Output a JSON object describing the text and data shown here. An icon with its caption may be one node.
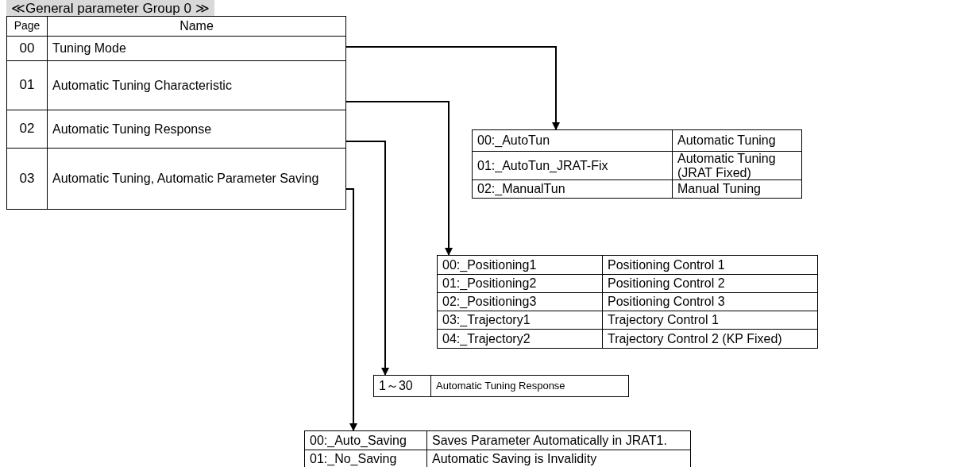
{
  "diagram": {
    "title": "≪General parameter Group 0 ≫",
    "nodes": [
      {
        "text": [
          "Page",
          "Name"
        ]
      },
      {
        "text": [
          "00",
          "Tuning Mode"
        ],
        "in": 0
      },
      {
        "text": [
          "01",
          "Automatic Tuning Characteristic"
        ],
        "in": 0
      },
      {
        "text": [
          "02",
          "Automatic Tuning Response"
        ],
        "in": 0
      },
      {
        "text": [
          "03",
          "Automatic Tuning, Automatic Parameter Saving"
        ],
        "in": 0
      },
      {
        "text": [
          "00:_AutoTun",
          "Automatic Tuning",
          "01:_AutoTun_JRAT-Fix",
          "Automatic Tuning (JRAT Fixed)",
          "02:_ManualTun",
          "Manual Tuning"
        ]
      },
      {
        "text": [
          "00:_Positioning1",
          "Positioning Control 1",
          "01:_Positioning2",
          "Positioning Control 2",
          "02:_Positioning3",
          "Positioning Control 3",
          "03:_Trajectory1",
          "Trajectory Control 1",
          "04:_Trajectory2",
          "Trajectory Control 2 (KP Fixed)"
        ]
      },
      {
        "text": [
          "1～30",
          "Automatic Tuning Response"
        ]
      },
      {
        "text": [
          "00:_Auto_Saving",
          "Saves Parameter Automatically in JRAT1.",
          "01:_No_Saving",
          "Automatic Saving is Invalidity"
        ]
      }
    ],
    "edges": [
      {
        "from": 1,
        "to": 5,
        "arrow": "to"
      },
      {
        "from": 2,
        "to": 6,
        "arrow": "to"
      },
      {
        "from": 3,
        "to": 7,
        "arrow": "to"
      },
      {
        "from": 4,
        "to": 8,
        "arrow": "to"
      }
    ]
  }
}
